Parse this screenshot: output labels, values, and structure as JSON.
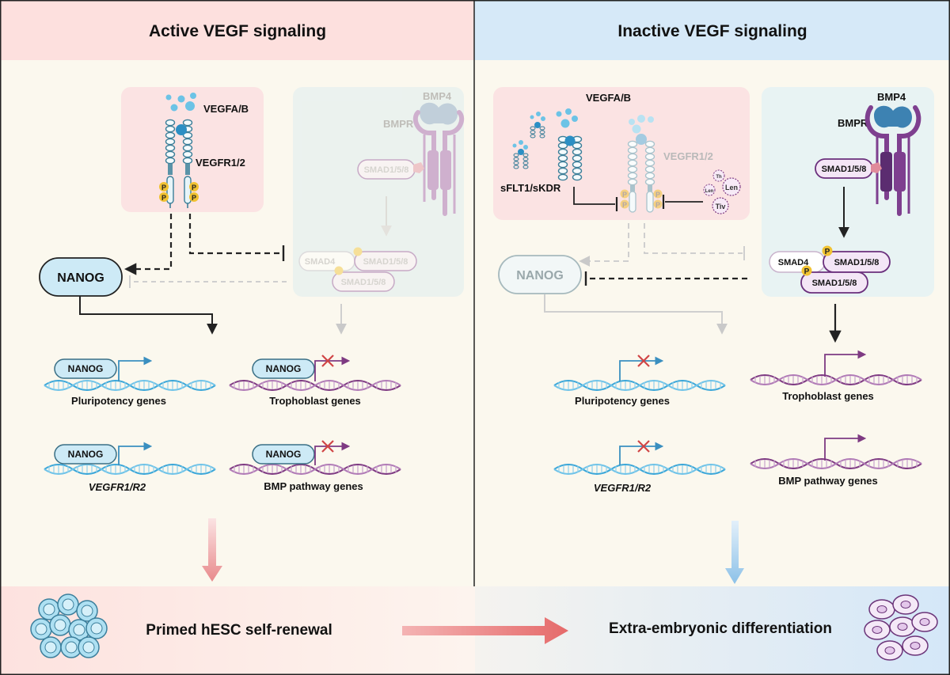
{
  "left_panel": {
    "title": "Active VEGF signaling",
    "ligand": "VEGFA/B",
    "receptor": "VEGFR1/2",
    "bmp": "BMP4",
    "bmpr": "BMPR",
    "smad158": "SMAD1/5/8",
    "smad4": "SMAD4",
    "nanog": "NANOG",
    "genes": {
      "pluripotency": "Pluripotency genes",
      "vegfr": "VEGFR1/R2",
      "trophoblast": "Trophoblast genes",
      "bmp_pathway": "BMP pathway genes"
    },
    "phospho": "P"
  },
  "right_panel": {
    "title": "Inactive VEGF signaling",
    "ligand": "VEGFA/B",
    "decoy": "sFLT1/sKDR",
    "receptor": "VEGFR1/2",
    "inhibitors": [
      "Len",
      "Tiv",
      "Th",
      "Len"
    ],
    "bmp": "BMP4",
    "bmpr": "BMPR",
    "smad158": "SMAD1/5/8",
    "smad4": "SMAD4",
    "nanog": "NANOG",
    "genes": {
      "pluripotency": "Pluripotency genes",
      "vegfr": "VEGFR1/R2",
      "trophoblast": "Trophoblast genes",
      "bmp_pathway": "BMP pathway genes"
    },
    "phospho": "P"
  },
  "outcomes": {
    "left": "Primed hESC self-renewal",
    "right": "Extra-embryonic differentiation"
  },
  "colors": {
    "left_header": "#fde0de",
    "right_header": "#d6e9f8",
    "background": "#fbf8ee",
    "receptor_box": "#fbe3e3",
    "bmp_box": "#e8f3f3",
    "nanog_fill": "#cdeaf6",
    "bmp_purple": "#7e3f8f",
    "phospho_yellow": "#f1c232",
    "dna_blue": "#3aa6d8",
    "dna_purple": "#7e3a82",
    "red_x": "#d04545",
    "arrow_pink": "#e07d7f",
    "arrow_blue": "#8cc1e8"
  }
}
